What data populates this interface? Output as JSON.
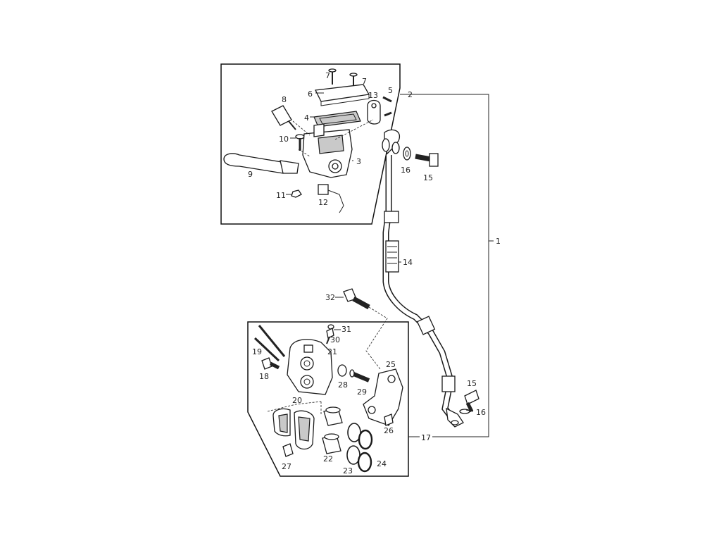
{
  "callouts": {
    "c1": "1",
    "c2": "2",
    "c3": "3",
    "c4": "4",
    "c5": "5",
    "c6": "6",
    "c7a": "7",
    "c7b": "7",
    "c8": "8",
    "c9": "9",
    "c10": "10",
    "c11": "11",
    "c12": "12",
    "c13": "13",
    "c14": "14",
    "c15a": "15",
    "c15b": "15",
    "c16a": "16",
    "c16b": "16",
    "c17": "17",
    "c18": "18",
    "c19": "19",
    "c20": "20",
    "c21": "21",
    "c22": "22",
    "c23": "23",
    "c24": "24",
    "c25": "25",
    "c26": "26",
    "c27": "27",
    "c28": "28",
    "c29": "29",
    "c30": "30",
    "c31": "31",
    "c32": "32"
  },
  "colors": {
    "line": "#222222",
    "fill": "#ffffff",
    "shade": "#c9c9c9"
  }
}
